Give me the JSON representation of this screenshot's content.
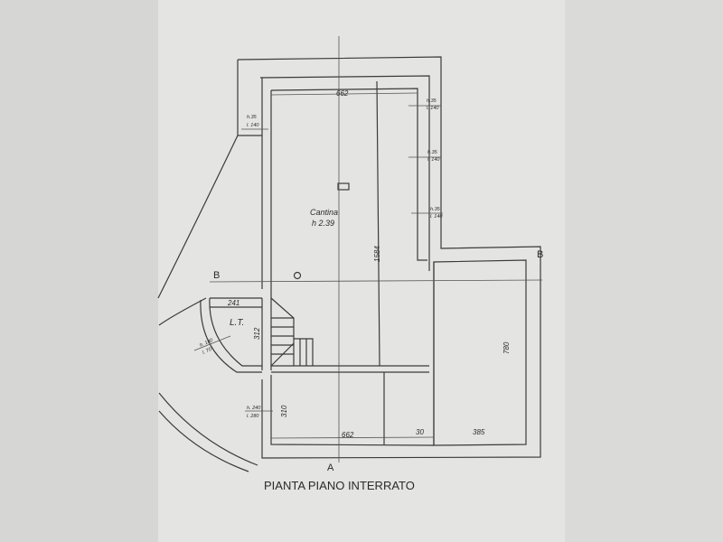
{
  "title": "PIANTA PIANO INTERRATO",
  "room": {
    "name": "Cantina",
    "height": "h 2.39"
  },
  "room_lt": "L.T.",
  "section_marks": {
    "b_left": "B",
    "b_right": "B",
    "a_bottom": "A"
  },
  "dimensions": {
    "top_width": "662",
    "bottom_width": "662",
    "length": "1584",
    "wing_height": "780",
    "wing_width": "385",
    "gap": "30",
    "lower_height": "310",
    "lt_height": "312",
    "lt_width": "241"
  },
  "windows": [
    {
      "h": "h.35",
      "l": "l. 140"
    },
    {
      "h": "h.35",
      "l": "l. 140"
    },
    {
      "h": "h.35",
      "l": "l. 140"
    },
    {
      "h": "h.35",
      "l": "l. 140"
    }
  ],
  "door_lt": {
    "h": "h. 180",
    "l": "l. 70"
  },
  "door_lower": {
    "h": "h. 240",
    "l": "l. 280"
  },
  "colors": {
    "paper": "#e4e4e2",
    "line": "#3a3a3a"
  }
}
